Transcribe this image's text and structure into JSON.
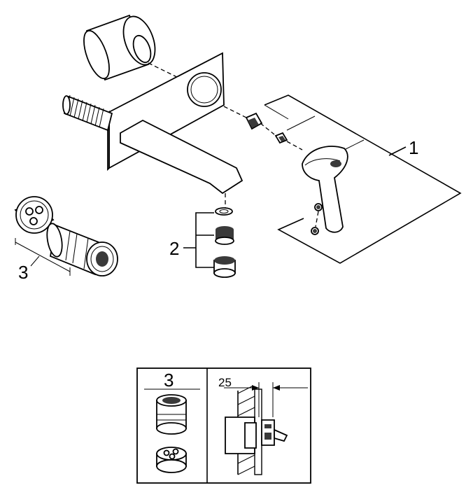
{
  "callouts": {
    "handle_set": "1",
    "aerator_set": "2",
    "cartridge_set": "3"
  },
  "inset": {
    "cartridge_label": "3",
    "dimension": "25"
  }
}
